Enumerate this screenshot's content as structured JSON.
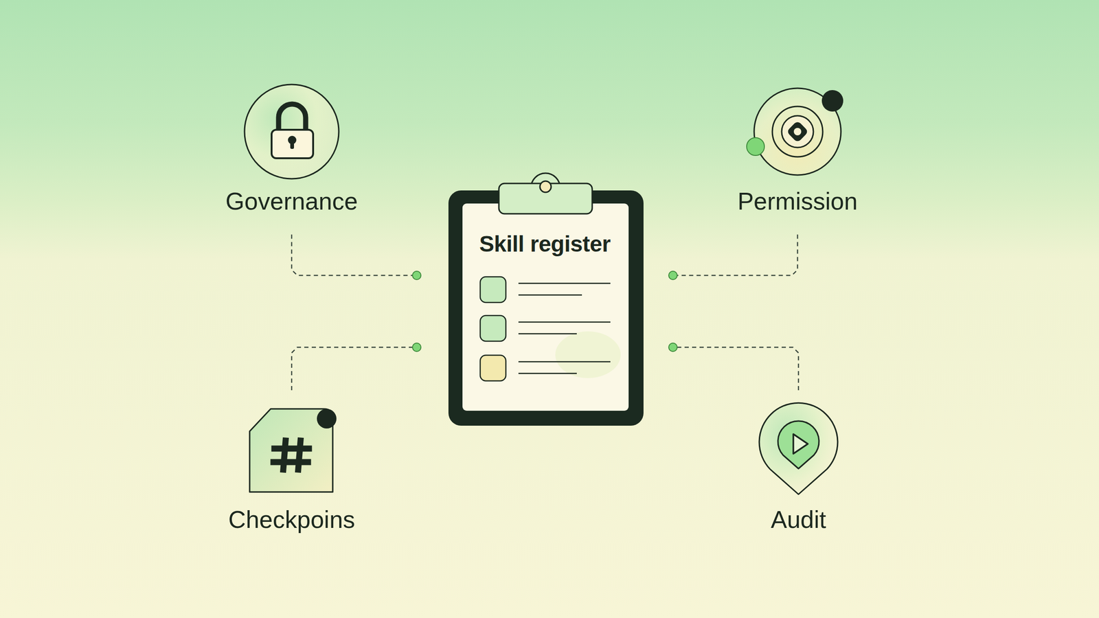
{
  "diagram": {
    "nodes": [
      {
        "text": [
          "Governance"
        ]
      },
      {
        "text": [
          "Permission"
        ]
      },
      {
        "text": [
          "Skill register"
        ]
      },
      {
        "text": [
          "Checkpoins"
        ]
      },
      {
        "text": [
          "Audit"
        ]
      }
    ],
    "edges": [
      {
        "from": 0,
        "to": 2,
        "arrow": "none"
      },
      {
        "from": 1,
        "to": 2,
        "arrow": "none"
      },
      {
        "from": 3,
        "to": 2,
        "arrow": "none"
      },
      {
        "from": 4,
        "to": 2,
        "arrow": "none"
      }
    ]
  }
}
